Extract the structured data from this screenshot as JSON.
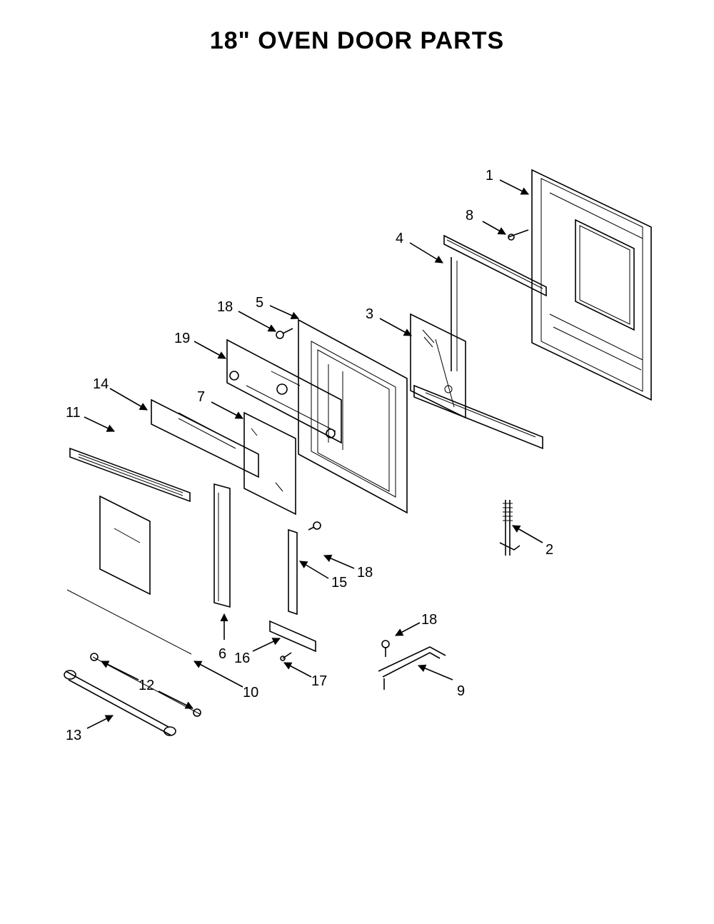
{
  "title": "18\" OVEN DOOR PARTS",
  "callouts": {
    "c1": "1",
    "c2": "2",
    "c3": "3",
    "c4": "4",
    "c5": "5",
    "c6": "6",
    "c7": "7",
    "c8": "8",
    "c9": "9",
    "c10": "10",
    "c11": "11",
    "c12": "12",
    "c13": "13",
    "c14": "14",
    "c15": "15",
    "c16": "16",
    "c17": "17",
    "c18a": "18",
    "c18b": "18",
    "c18c": "18",
    "c19": "19"
  }
}
